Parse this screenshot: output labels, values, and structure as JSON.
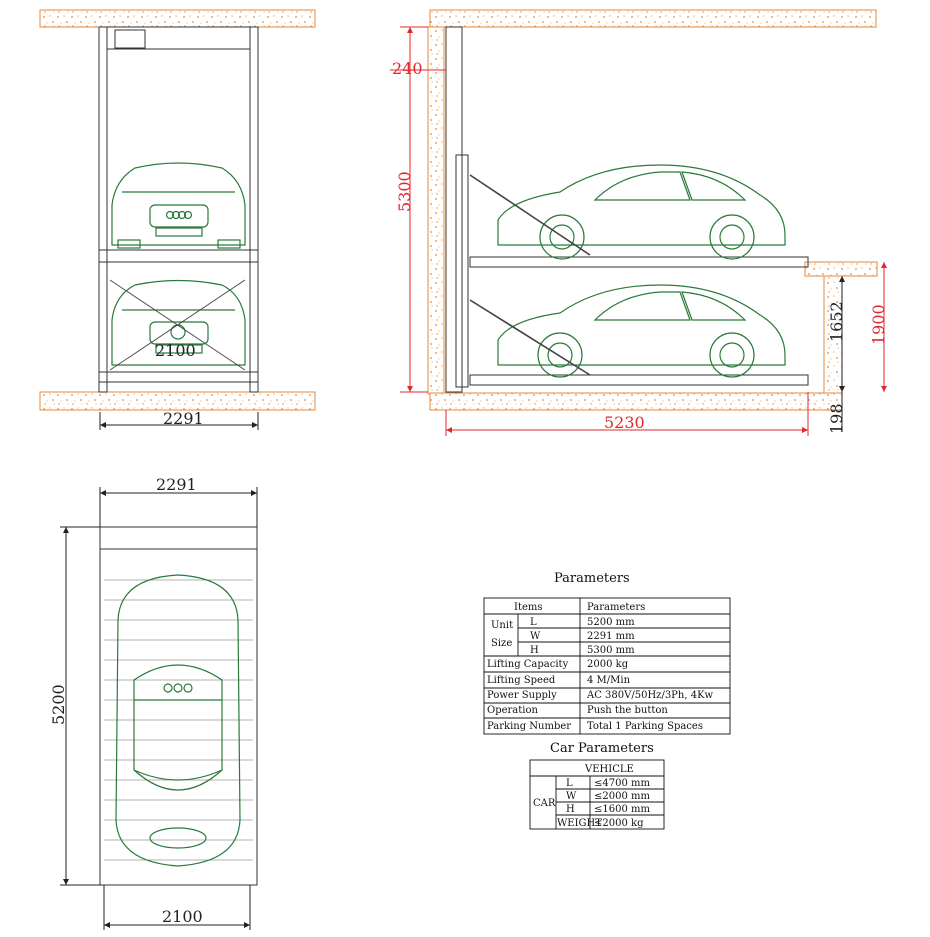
{
  "drawing": {
    "front_view": {
      "width_label": "2291",
      "inner_label": "2100"
    },
    "side_view": {
      "top_gap_label": "240",
      "height_label": "5300",
      "length_label": "5230",
      "pit_upper_label": "1652",
      "pit_total_label": "1900",
      "floor_label": "198"
    },
    "top_view": {
      "width_label": "2291",
      "length_label": "5200",
      "platform_label": "2100"
    }
  },
  "parameters": {
    "title": "Parameters",
    "header_items": "Items",
    "header_params": "Parameters",
    "unit_label": "Unit",
    "size_label": "Size",
    "rows_size": [
      {
        "key": "L",
        "value": "5200 mm"
      },
      {
        "key": "W",
        "value": "2291 mm"
      },
      {
        "key": "H",
        "value": "5300 mm"
      }
    ],
    "rows": [
      {
        "key": "Lifting Capacity",
        "value": "2000 kg"
      },
      {
        "key": "Lifting Speed",
        "value": "4 M/Min"
      },
      {
        "key": "Power Supply",
        "value": "AC 380V/50Hz/3Ph, 4Kw"
      },
      {
        "key": "Operation",
        "value": "Push the button"
      },
      {
        "key": "Parking Number",
        "value": "Total 1 Parking Spaces"
      }
    ]
  },
  "car_parameters": {
    "title": "Car Parameters",
    "header": "VEHICLE",
    "car_label": "CAR",
    "rows": [
      {
        "key": "L",
        "value": "≤4700 mm"
      },
      {
        "key": "W",
        "value": "≤2000 mm"
      },
      {
        "key": "H",
        "value": "≤1600 mm"
      },
      {
        "key": "WEIGHT",
        "value": "≤2000 kg"
      }
    ]
  },
  "colors": {
    "car": "#2a7a3a",
    "dimension_red": "#e0282d",
    "soil": "#e58a3c",
    "line": "#333333"
  }
}
